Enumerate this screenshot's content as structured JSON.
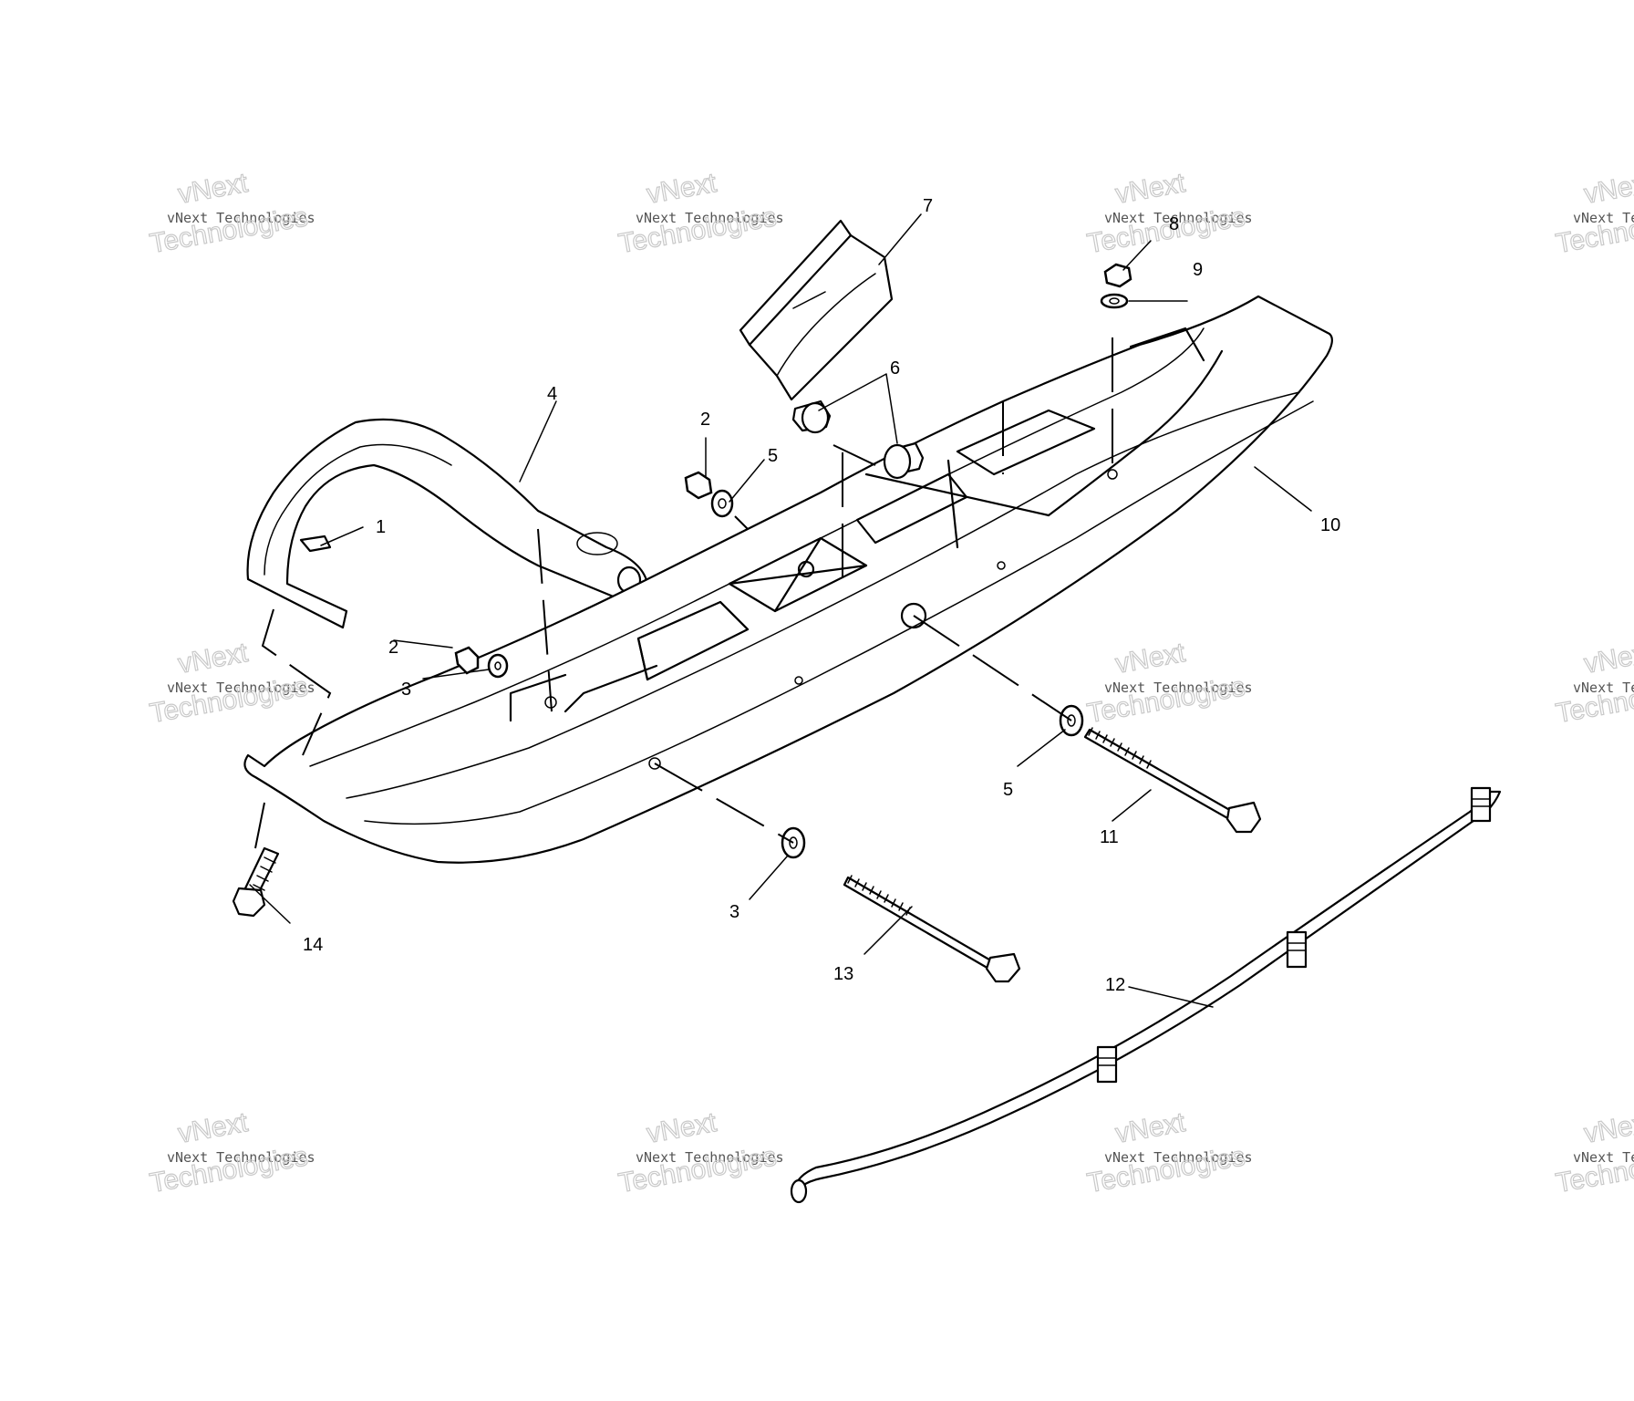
{
  "diagram": {
    "callouts": [
      {
        "id": "c1",
        "label": "1"
      },
      {
        "id": "c2a",
        "label": "2"
      },
      {
        "id": "c2b",
        "label": "2"
      },
      {
        "id": "c3a",
        "label": "3"
      },
      {
        "id": "c3b",
        "label": "3"
      },
      {
        "id": "c4",
        "label": "4"
      },
      {
        "id": "c5a",
        "label": "5"
      },
      {
        "id": "c5b",
        "label": "5"
      },
      {
        "id": "c6",
        "label": "6"
      },
      {
        "id": "c7",
        "label": "7"
      },
      {
        "id": "c8",
        "label": "8"
      },
      {
        "id": "c9",
        "label": "9"
      },
      {
        "id": "c10",
        "label": "10"
      },
      {
        "id": "c11",
        "label": "11"
      },
      {
        "id": "c12",
        "label": "12"
      },
      {
        "id": "c13",
        "label": "13"
      },
      {
        "id": "c14",
        "label": "14"
      }
    ],
    "watermark": {
      "line1": "vNext Technologies",
      "line2": "Technologies",
      "line3": "vNext"
    }
  }
}
